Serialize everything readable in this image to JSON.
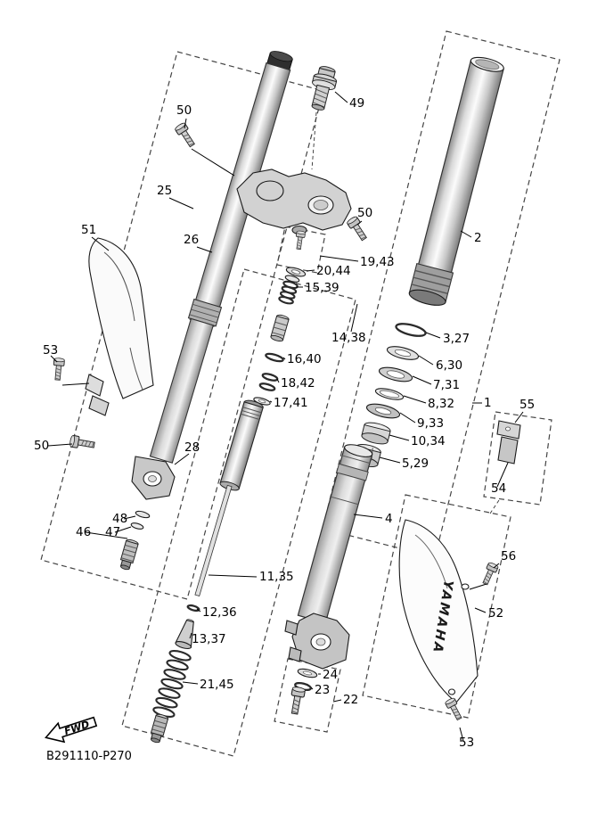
{
  "meta": {
    "code": "B291110-P270",
    "brand": "YAMAHA",
    "fwd": "FWD",
    "line_color": "#000000",
    "background": "#ffffff"
  },
  "labels": {
    "l50_top": "50",
    "l49": "49",
    "l25": "25",
    "l26": "26",
    "l51": "51",
    "l50_mid": "50",
    "l2": "2",
    "l19_43": "19,43",
    "l20_44": "20,44",
    "l15_39": "15,39",
    "l14_38": "14,38",
    "l3_27": "3,27",
    "l16_40": "16,40",
    "l6_30": "6,30",
    "l18_42": "18,42",
    "l7_31": "7,31",
    "l17_41": "17,41",
    "l8_32": "8,32",
    "l1": "1",
    "l9_33": "9,33",
    "l53_left": "53",
    "l10_34": "10,34",
    "l55": "55",
    "l5_29": "5,29",
    "l54": "54",
    "l50_left": "50",
    "l28": "28",
    "l4": "4",
    "l48": "48",
    "l46": "46",
    "l47": "47",
    "l56": "56",
    "l11_35": "11,35",
    "l52": "52",
    "l12_36": "12,36",
    "l13_37": "13,37",
    "l21_45": "21,45",
    "l24": "24",
    "l23": "23",
    "l22": "22",
    "l53_bottom": "53"
  }
}
